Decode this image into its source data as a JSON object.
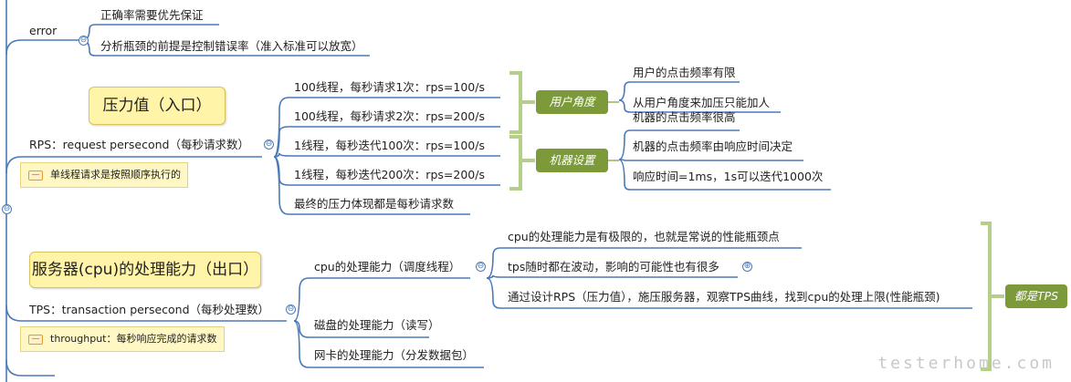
{
  "nodes": {
    "error": "error",
    "error_c1": "正确率需要优先保证",
    "error_c2": "分析瓶颈的前提是控制错误率（准入标准可以放宽）",
    "rps": "RPS：request persecond（每秒请求数）",
    "rps_callout": "压力值（入口）",
    "rps_note": "单线程请求是按照顺序执行的",
    "rps_c1": "100线程，每秒请求1次：rps=100/s",
    "rps_c2": "100线程，每秒请求2次：rps=200/s",
    "rps_c3": "1线程，每秒迭代100次：rps=100/s",
    "rps_c4": "1线程，每秒迭代200次：rps=200/s",
    "rps_c5": "最终的压力体现都是每秒请求数",
    "tag_user": "用户角度",
    "tag_machine": "机器设置",
    "user_c1": "用户的点击频率有限",
    "user_c2": "从用户角度来加压只能加人",
    "machine_c1": "机器的点击频率很高",
    "machine_c2": "机器的点击频率由响应时间决定",
    "machine_c3": "响应时间=1ms，1s可以迭代1000次",
    "tps": "TPS：transaction persecond（每秒处理数）",
    "tps_callout": "服务器(cpu)的处理能力（出口）",
    "tps_note": "throughput：每秒响应完成的请求数",
    "tps_c1": "cpu的处理能力（调度线程）",
    "tps_c2": "磁盘的处理能力（读写）",
    "tps_c3": "网卡的处理能力（分发数据包）",
    "cpu_c1": "cpu的处理能力是有极限的，也就是常说的性能瓶颈点",
    "cpu_c2": "tps随时都在波动，影响的可能性也有很多",
    "cpu_c3": "通过设计RPS（压力值），施压服务器，观察TPS曲线，找到cpu的处理上限(性能瓶颈)",
    "tag_tps": "都是TPS"
  },
  "symbols": {
    "collapse": "⊖",
    "expand": "⊕"
  },
  "watermark": "testerhome.com",
  "colors": {
    "branch": "#4a7ab8",
    "bracket": "#b5cf8a",
    "tag": "#7c9a3a",
    "callout": "#fff4a8"
  }
}
